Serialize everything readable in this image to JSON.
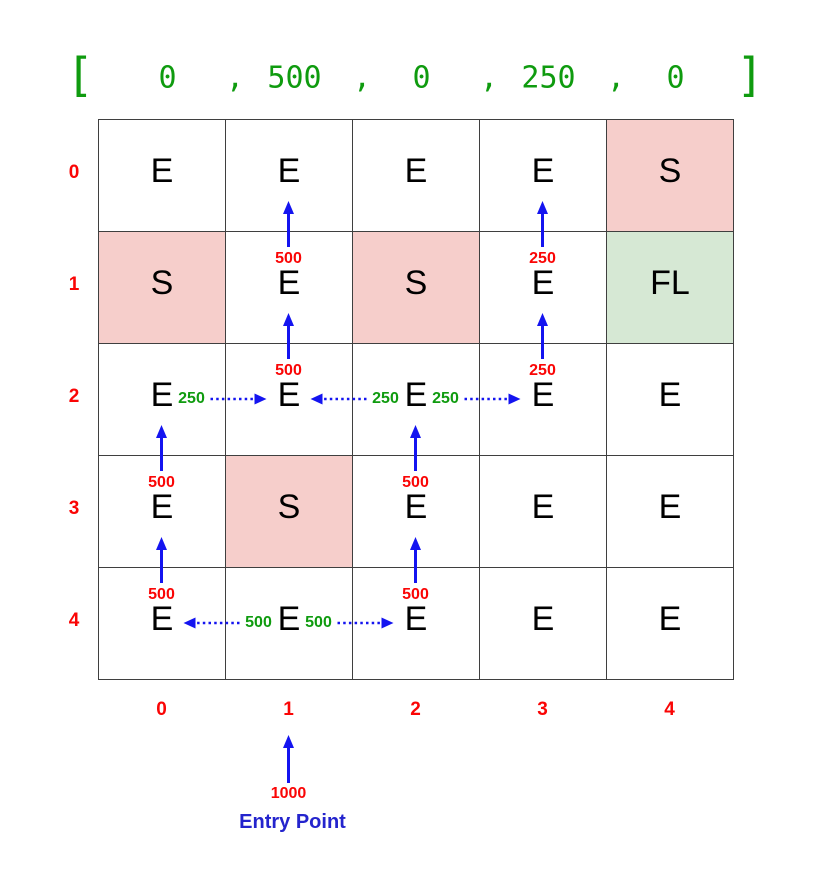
{
  "header_array": {
    "open": "[",
    "close": "]",
    "comma": ",",
    "values": [
      "0",
      "500",
      "0",
      "250",
      "0"
    ]
  },
  "grid": {
    "row_labels": [
      "0",
      "1",
      "2",
      "3",
      "4"
    ],
    "col_labels": [
      "0",
      "1",
      "2",
      "3",
      "4"
    ],
    "cells": [
      [
        "E",
        "E",
        "E",
        "E",
        "S"
      ],
      [
        "S",
        "E",
        "S",
        "E",
        "FL"
      ],
      [
        "E",
        "E",
        "E",
        "E",
        "E"
      ],
      [
        "E",
        "S",
        "E",
        "E",
        "E"
      ],
      [
        "E",
        "E",
        "E",
        "E",
        "E"
      ]
    ]
  },
  "arrows": {
    "vertical": [
      {
        "col": 1,
        "from_row": 1,
        "label": "500"
      },
      {
        "col": 3,
        "from_row": 1,
        "label": "250"
      },
      {
        "col": 1,
        "from_row": 2,
        "label": "500"
      },
      {
        "col": 3,
        "from_row": 2,
        "label": "250"
      },
      {
        "col": 0,
        "from_row": 3,
        "label": "500"
      },
      {
        "col": 2,
        "from_row": 3,
        "label": "500"
      },
      {
        "col": 0,
        "from_row": 4,
        "label": "500"
      },
      {
        "col": 2,
        "from_row": 4,
        "label": "500"
      }
    ],
    "horizontal": [
      {
        "row": 2,
        "from_col": 0,
        "to_col": 1,
        "label": "250"
      },
      {
        "row": 2,
        "from_col": 2,
        "to_col": 1,
        "label": "250"
      },
      {
        "row": 2,
        "from_col": 2,
        "to_col": 3,
        "label": "250"
      },
      {
        "row": 4,
        "from_col": 1,
        "to_col": 0,
        "label": "500"
      },
      {
        "row": 4,
        "from_col": 1,
        "to_col": 2,
        "label": "500"
      }
    ]
  },
  "entry": {
    "col": 1,
    "cost": "1000",
    "caption": "Entry Point"
  },
  "colors": {
    "pink": "#f6cecb",
    "cell_green": "#d6e8d4",
    "text_green": "#0f9b0f",
    "text_red": "#fa0505",
    "arrow_blue": "#1414f0",
    "entry_blue": "#2424cd",
    "border": "#3f3f3f",
    "letter": "#000000"
  }
}
